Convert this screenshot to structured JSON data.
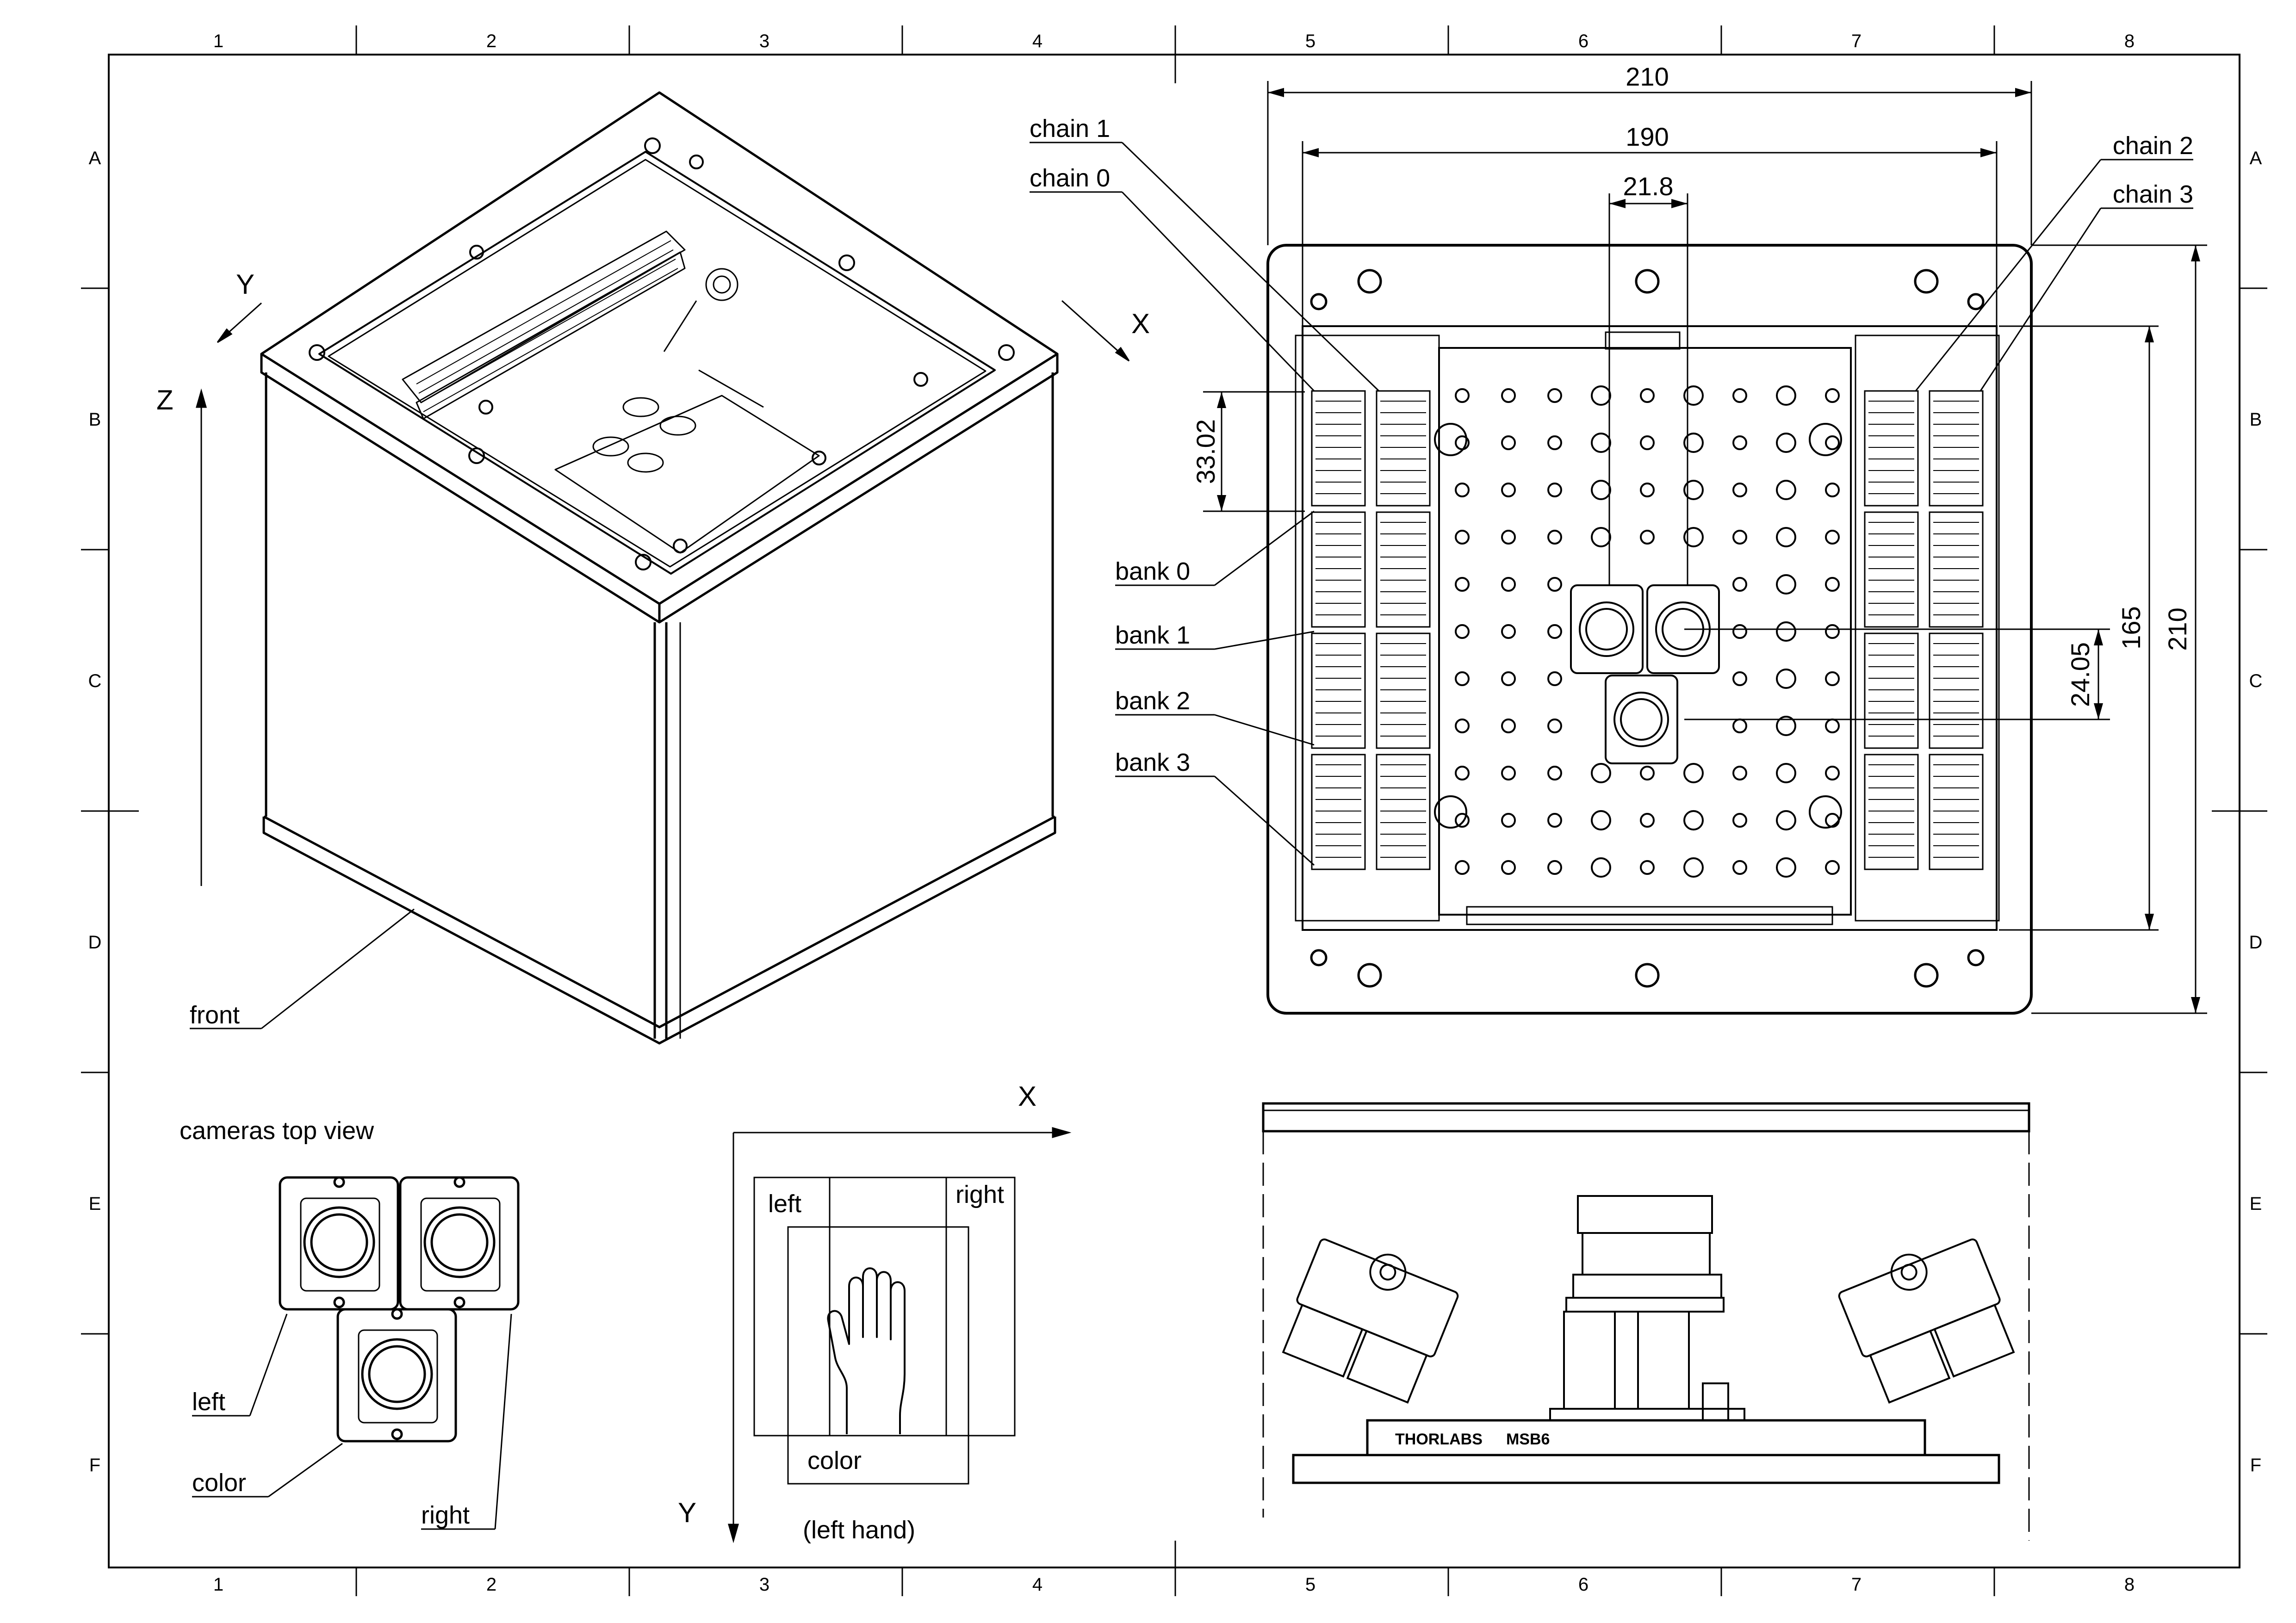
{
  "frame": {
    "column_labels": [
      "1",
      "2",
      "3",
      "4",
      "5",
      "6",
      "7",
      "8"
    ],
    "row_labels": [
      "A",
      "B",
      "C",
      "D",
      "E",
      "F"
    ]
  },
  "iso_view": {
    "axis_x": "X",
    "axis_y": "Y",
    "axis_z": "Z",
    "front_label": "front"
  },
  "top_view": {
    "dim_210_width": "210",
    "dim_190": "190",
    "dim_21_8": "21.8",
    "dim_33_02": "33.02",
    "dim_165": "165",
    "dim_210_height": "210",
    "dim_24_05": "24.05",
    "chains": [
      "chain 0",
      "chain 1",
      "chain 2",
      "chain 3"
    ],
    "banks": [
      "bank 0",
      "bank 1",
      "bank 2",
      "bank 3"
    ]
  },
  "cameras_view": {
    "title": "cameras top view",
    "left": "left",
    "color": "color",
    "right": "right"
  },
  "hand_view": {
    "axis_x": "X",
    "axis_y": "Y",
    "left": "left",
    "right": "right",
    "color": "color",
    "caption": "(left hand)"
  },
  "side_view": {
    "brand_1": "THORLABS",
    "brand_2": "MSB6"
  }
}
